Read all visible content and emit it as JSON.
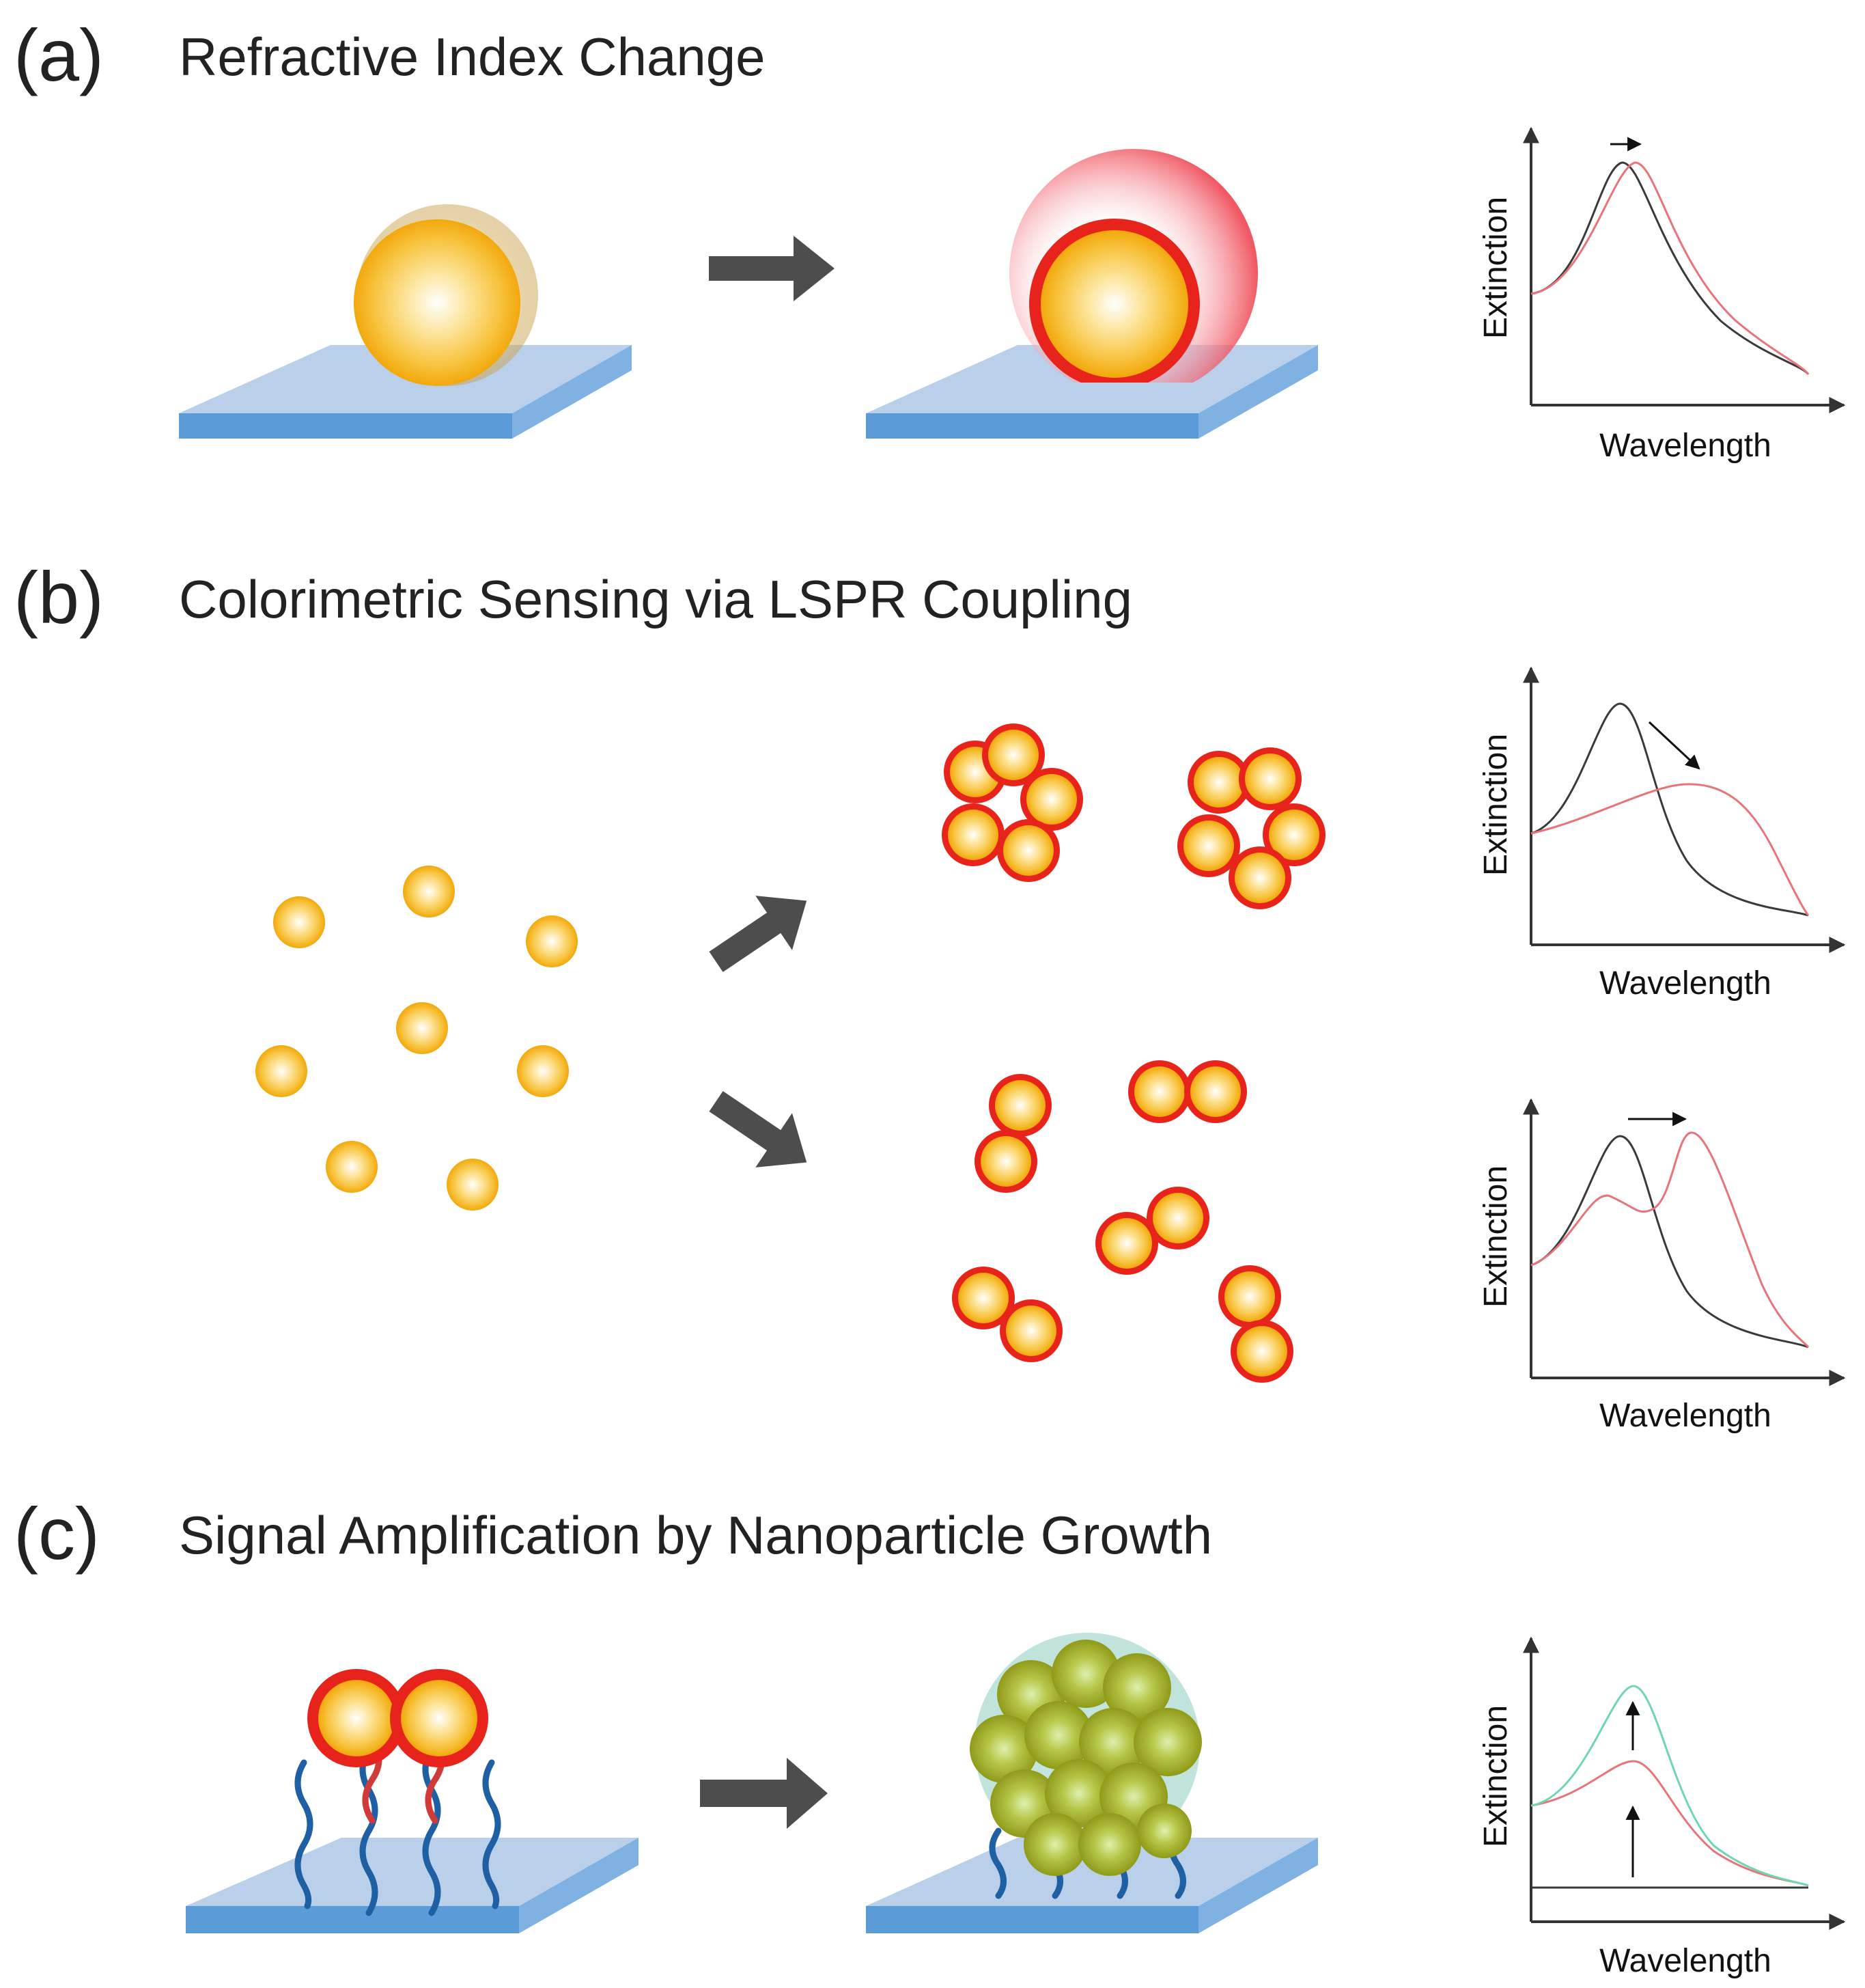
{
  "sections": [
    {
      "letter": "(a)",
      "title": "Refractive Index Change"
    },
    {
      "letter": "(b)",
      "title": "Colorimetric Sensing via LSPR Coupling"
    },
    {
      "letter": "(c)",
      "title": "Signal Amplification by Nanoparticle Growth"
    }
  ],
  "graphs": [
    {
      "ylabel": "Extinction",
      "xlabel": "Wavelength"
    },
    {
      "ylabel": "Extinction",
      "xlabel": "Wavelength"
    },
    {
      "ylabel": "Extinction",
      "xlabel": "Wavelength"
    },
    {
      "ylabel": "Extinction",
      "xlabel": "Wavelength"
    }
  ],
  "colors": {
    "gold_core": "#f5b820",
    "red_shell": "#e8231c",
    "substrate_top": "#b9cfea",
    "substrate_edge": "#5b9bd8",
    "arrow": "#4d4d4d",
    "curve_black": "#3a3a3a",
    "curve_red": "#e8747a",
    "curve_green": "#6fd6b0",
    "dna_blue": "#1f5fa3",
    "dna_red": "#d23a3a",
    "growth_particle": "#9aa820"
  }
}
